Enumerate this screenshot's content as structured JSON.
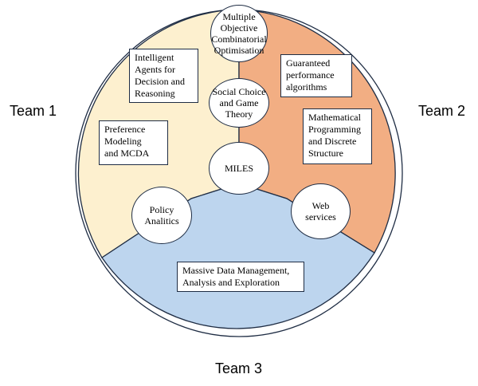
{
  "teams": {
    "team1": "Team 1",
    "team2": "Team 2",
    "team3": "Team 3"
  },
  "sector_colors": {
    "team1": "#fdf0cf",
    "team2": "#f2ae83",
    "team3": "#bdd5ee",
    "outline": "#1f2d44"
  },
  "boxes": {
    "agents": "Intelligent\nAgents for\nDecision and\nReasoning",
    "preference": "Preference\nModeling\nand MCDA",
    "guaranteed": "Guaranteed\nperformance\nalgorithms",
    "mathprog": "Mathematical\nProgramming\nand Discrete\nStructure",
    "massive": "Massive Data Management,\nAnalysis and Exploration"
  },
  "circles": {
    "moco": "Multiple\nObjective\nCombinatorial\nOptimisation",
    "social": "Social Choice\nand Game\nTheory",
    "miles": "MILES",
    "policy": "Policy\nAnalitics",
    "web": "Web\nservices"
  }
}
